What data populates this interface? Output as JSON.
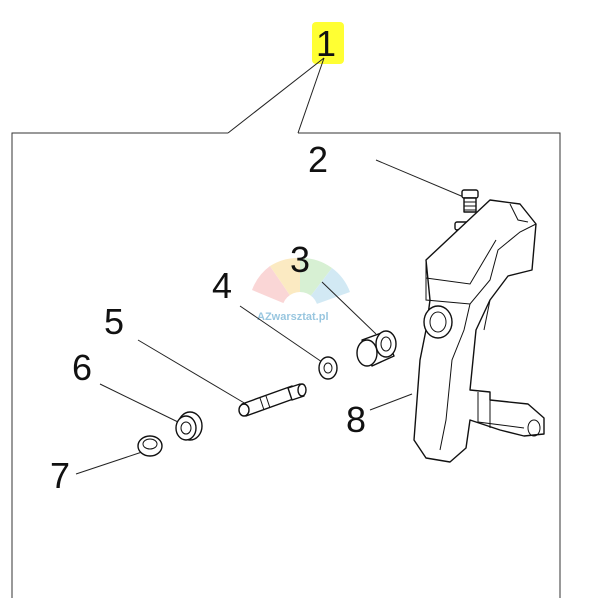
{
  "callouts": [
    {
      "id": "1",
      "label": "1"
    },
    {
      "id": "2",
      "label": "2"
    },
    {
      "id": "3",
      "label": "3"
    },
    {
      "id": "4",
      "label": "4"
    },
    {
      "id": "5",
      "label": "5"
    },
    {
      "id": "6",
      "label": "6"
    },
    {
      "id": "7",
      "label": "7"
    },
    {
      "id": "8",
      "label": "8"
    }
  ],
  "watermark": {
    "text": "AZwarsztat.pl"
  },
  "colors": {
    "highlight": "#ffff33",
    "line": "#222222",
    "watermark_text": "#7fb8d8"
  }
}
